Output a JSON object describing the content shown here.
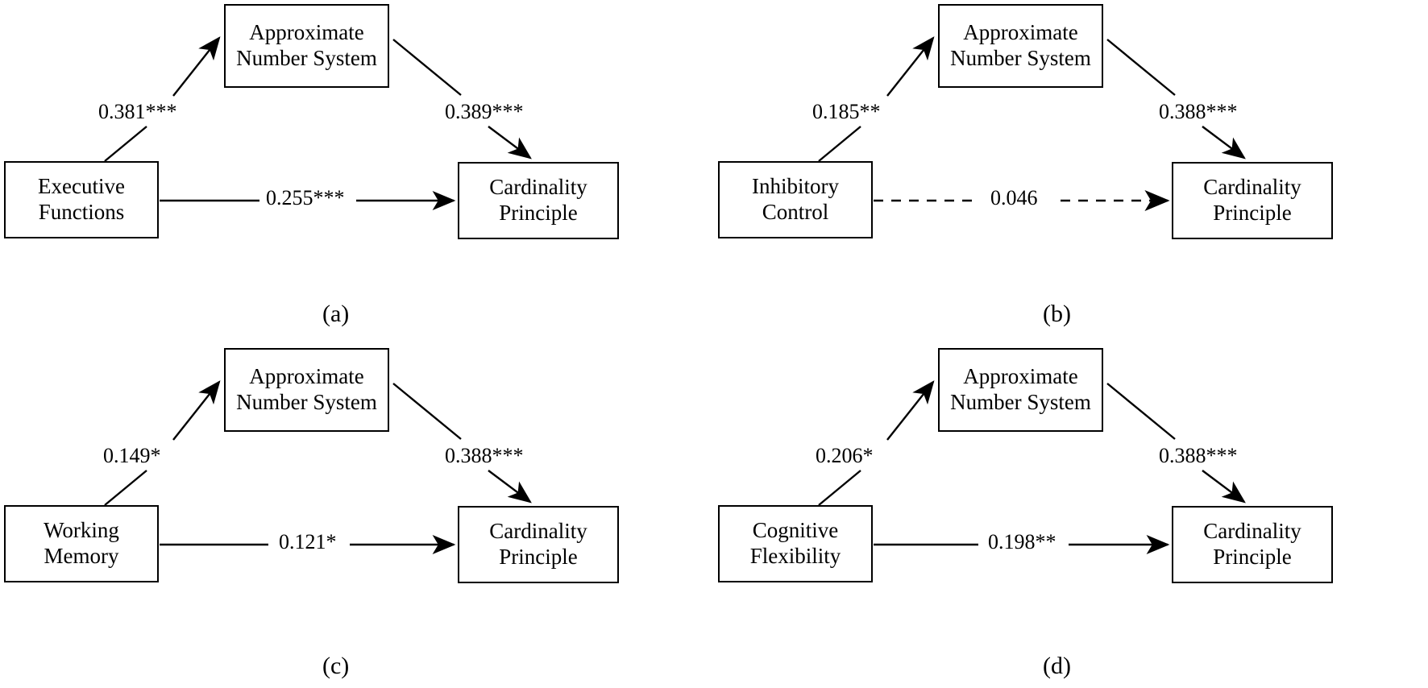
{
  "figure": {
    "type": "mediation-path-diagram-grid",
    "panel_count": 4,
    "background_color": "#ffffff",
    "stroke_color": "#000000",
    "shared_mediator_label_line1": "Approximate",
    "shared_mediator_label_line2": "Number System",
    "shared_outcome_label_line1": "Cardinality",
    "shared_outcome_label_line2": "Principle"
  },
  "panels": [
    {
      "caption": "(a)",
      "source": {
        "line1": "Executive",
        "line2": "Functions"
      },
      "mediator": {
        "line1": "Approximate",
        "line2": "Number System"
      },
      "outcome": {
        "line1": "Cardinality",
        "line2": "Principle"
      },
      "path_a_label": "0.381***",
      "path_b_label": "0.389***",
      "path_c_label": "0.255***",
      "direct_path_style": "solid"
    },
    {
      "caption": "(b)",
      "source": {
        "line1": "Inhibitory",
        "line2": "Control"
      },
      "mediator": {
        "line1": "Approximate",
        "line2": "Number System"
      },
      "outcome": {
        "line1": "Cardinality",
        "line2": "Principle"
      },
      "path_a_label": "0.185**",
      "path_b_label": "0.388***",
      "path_c_label": "0.046",
      "direct_path_style": "dashed"
    },
    {
      "caption": "(c)",
      "source": {
        "line1": "Working",
        "line2": "Memory"
      },
      "mediator": {
        "line1": "Approximate",
        "line2": "Number System"
      },
      "outcome": {
        "line1": "Cardinality",
        "line2": "Principle"
      },
      "path_a_label": "0.149*",
      "path_b_label": "0.388***",
      "path_c_label": "0.121*",
      "direct_path_style": "solid"
    },
    {
      "caption": "(d)",
      "source": {
        "line1": "Cognitive",
        "line2": "Flexibility"
      },
      "mediator": {
        "line1": "Approximate",
        "line2": "Number System"
      },
      "outcome": {
        "line1": "Cardinality",
        "line2": "Principle"
      },
      "path_a_label": "0.206*",
      "path_b_label": "0.388***",
      "path_c_label": "0.198**",
      "direct_path_style": "solid"
    }
  ],
  "chart_data": {
    "type": "diagram",
    "title": "",
    "models": [
      {
        "panel": "(a)",
        "predictor": "Executive Functions",
        "mediator": "Approximate Number System",
        "outcome": "Cardinality Principle",
        "a_path": 0.381,
        "a_sig": "***",
        "b_path": 0.389,
        "b_sig": "***",
        "c_prime_path": 0.255,
        "c_prime_sig": "***",
        "c_prime_significant": true
      },
      {
        "panel": "(b)",
        "predictor": "Inhibitory Control",
        "mediator": "Approximate Number System",
        "outcome": "Cardinality Principle",
        "a_path": 0.185,
        "a_sig": "**",
        "b_path": 0.388,
        "b_sig": "***",
        "c_prime_path": 0.046,
        "c_prime_sig": "",
        "c_prime_significant": false
      },
      {
        "panel": "(c)",
        "predictor": "Working Memory",
        "mediator": "Approximate Number System",
        "outcome": "Cardinality Principle",
        "a_path": 0.149,
        "a_sig": "*",
        "b_path": 0.388,
        "b_sig": "***",
        "c_prime_path": 0.121,
        "c_prime_sig": "*",
        "c_prime_significant": true
      },
      {
        "panel": "(d)",
        "predictor": "Cognitive Flexibility",
        "mediator": "Approximate Number System",
        "outcome": "Cardinality Principle",
        "a_path": 0.206,
        "a_sig": "*",
        "b_path": 0.388,
        "b_sig": "***",
        "c_prime_path": 0.198,
        "c_prime_sig": "**",
        "c_prime_significant": true
      }
    ]
  }
}
